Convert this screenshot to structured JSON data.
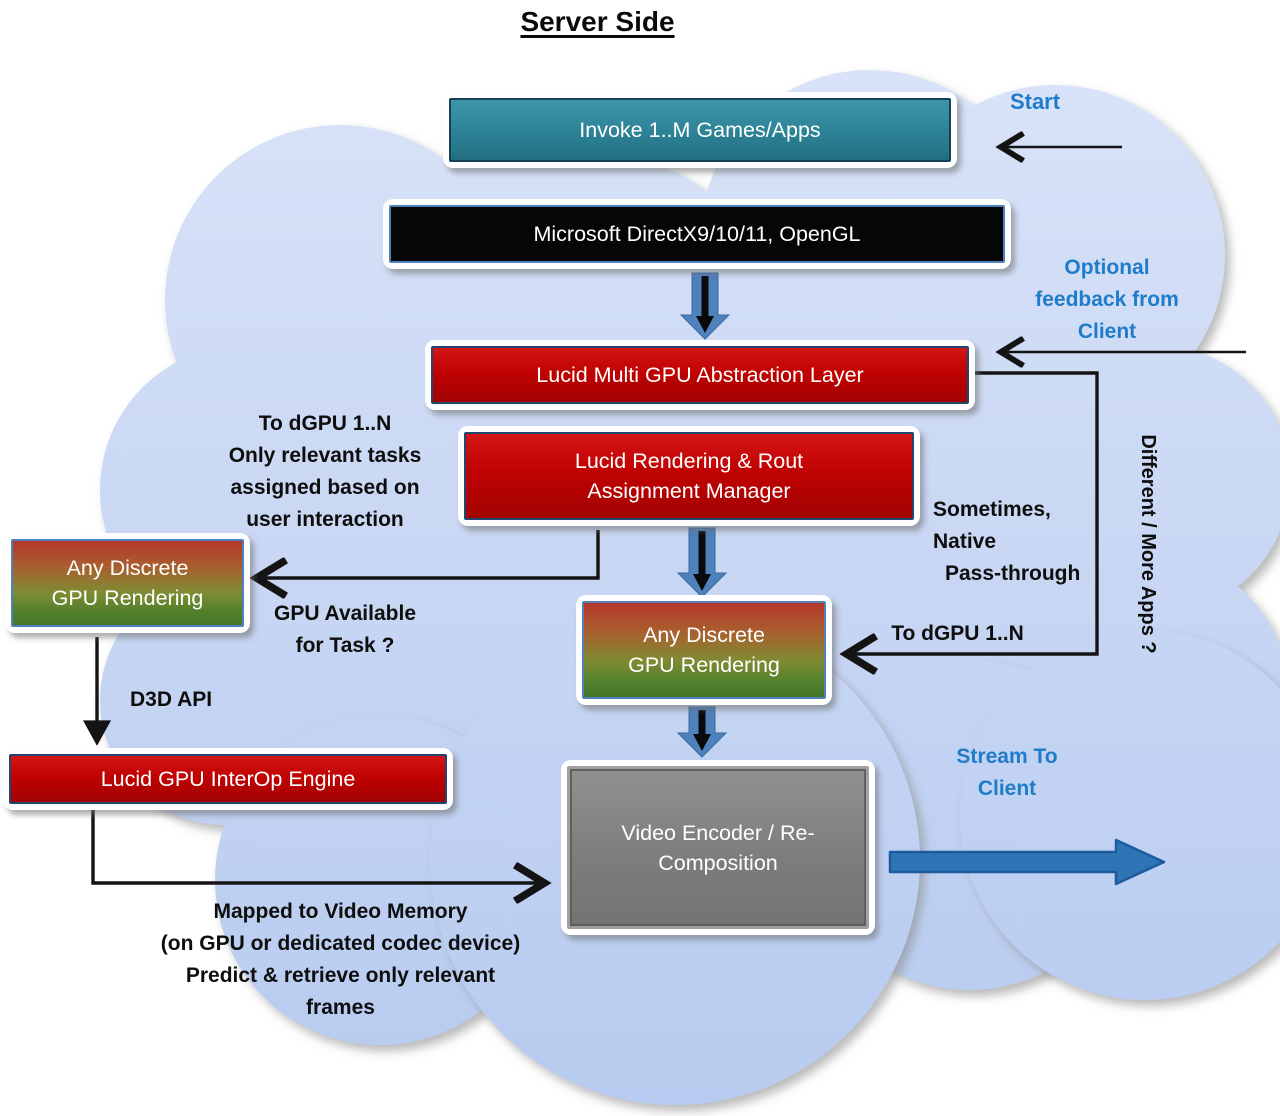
{
  "title": "Server Side",
  "colors": {
    "cloud_fill": "#c7d6f3",
    "teal_box": "#2d8296",
    "black_box": "#060606",
    "red_box": "#c00202",
    "gradient_box_top": "#b5372a",
    "gradient_box_bottom": "#47762a",
    "gray_box": "#7c7c7c",
    "blue_label_text": "#1f7cc8",
    "block_arrow_blue": "#4f81bd",
    "stream_arrow_blue": "#2e75b6",
    "connector_black": "#141414"
  },
  "boxes": {
    "invoke": {
      "label": "Invoke  1..M Games/Apps"
    },
    "directx": {
      "label": "Microsoft DirectX9/10/11, OpenGL"
    },
    "abstraction": {
      "label": "Lucid Multi GPU Abstraction Layer"
    },
    "rendering": {
      "lines": [
        "Lucid Rendering  & Rout",
        "Assignment Manager"
      ]
    },
    "gpu_left": {
      "lines": [
        "Any Discrete",
        "GPU Rendering"
      ]
    },
    "gpu_center": {
      "lines": [
        "Any Discrete",
        "GPU Rendering"
      ]
    },
    "interop": {
      "label": "Lucid GPU InterOp  Engine"
    },
    "encoder": {
      "lines": [
        "Video Encoder / Re-",
        "Composition"
      ]
    }
  },
  "annotations": {
    "start": "Start",
    "optional_feedback": [
      "Optional",
      "feedback  from",
      "Client"
    ],
    "to_dgpu_left": [
      "To dGPU 1..N",
      "Only relevant tasks",
      "assigned based on",
      "user interaction"
    ],
    "gpu_available": [
      "GPU Available",
      "for Task ?"
    ],
    "d3d_api": "D3D API",
    "sometimes_native": [
      "Sometimes,",
      "Native",
      "Pass-through"
    ],
    "to_dgpu_right": "To dGPU 1..N",
    "different_more_apps": "Different / More Apps ?",
    "stream_to_client": [
      "Stream To",
      "Client"
    ],
    "mapped_to_video": [
      "Mapped to Video Memory",
      "(on GPU or dedicated  codec device)",
      "Predict & retrieve only  relevant",
      "frames"
    ]
  }
}
